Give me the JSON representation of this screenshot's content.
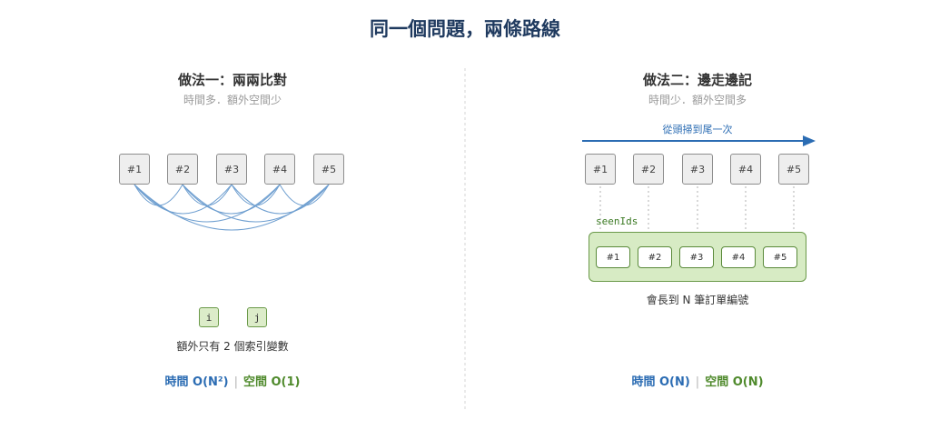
{
  "title": "同一個問題，兩條路線",
  "left": {
    "title": "做法一：兩兩比對",
    "subtitle": "時間多．額外空間少",
    "items": [
      "#1",
      "#2",
      "#3",
      "#4",
      "#5"
    ],
    "indices": [
      "i",
      "j"
    ],
    "caption": "額外只有 2 個索引變數",
    "time": "時間 O(N²)",
    "space": "空間 O(1)",
    "separator": "|"
  },
  "right": {
    "title": "做法二：邊走邊記",
    "subtitle": "時間少．額外空間多",
    "arrow_label": "從頭掃到尾一次",
    "items": [
      "#1",
      "#2",
      "#3",
      "#4",
      "#5"
    ],
    "seen_label": "seenIds",
    "seen_items": [
      "#1",
      "#2",
      "#3",
      "#4",
      "#5"
    ],
    "caption": "會長到 N 筆訂單編號",
    "time": "時間 O(N)",
    "space": "空間 O(N)",
    "separator": "|"
  },
  "colors": {
    "title": "#1f3a5f",
    "arc": "#6f9fd0",
    "arrow": "#2b6cb3",
    "seen_fill": "#d7ebc4",
    "seen_border": "#6b9a4a"
  }
}
